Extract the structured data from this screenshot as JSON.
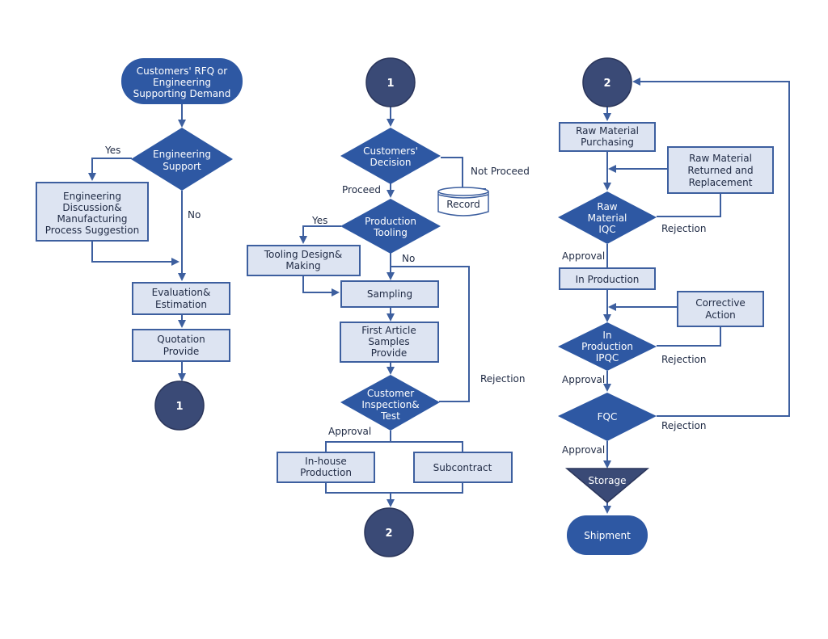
{
  "nodes": {
    "rfq": [
      "Customers' RFQ or",
      "Engineering",
      "Supporting Demand"
    ],
    "eng_support": [
      "Engineering",
      "Support"
    ],
    "eng_discussion": [
      "Engineering",
      "Discussion&",
      "Manufacturing",
      "Process Suggestion"
    ],
    "evaluation": [
      "Evaluation&",
      "Estimation"
    ],
    "quotation": [
      "Quotation",
      "Provide"
    ],
    "conn1_a": "1",
    "conn1_b": "1",
    "customers_decision": [
      "Customers'",
      "Decision"
    ],
    "record": "Record",
    "production_tooling": [
      "Production",
      "Tooling"
    ],
    "tooling_design": [
      "Tooling Design&",
      "Making"
    ],
    "sampling": "Sampling",
    "first_article": [
      "First Article",
      "Samples",
      "Provide"
    ],
    "customer_inspection": [
      "Customer",
      "Inspection&",
      "Test"
    ],
    "inhouse": [
      "In-house",
      "Production"
    ],
    "subcontract": "Subcontract",
    "conn2_a": "2",
    "conn2_b": "2",
    "raw_purchasing": [
      "Raw Material",
      "Purchasing"
    ],
    "raw_returned": [
      "Raw Material",
      "Returned and",
      "Replacement"
    ],
    "raw_iqc": [
      "Raw",
      "Material",
      "IQC"
    ],
    "in_production": "In Production",
    "corrective": [
      "Corrective",
      "Action"
    ],
    "ipqc": [
      "In",
      "Production",
      "IPQC"
    ],
    "fqc": "FQC",
    "storage": "Storage",
    "shipment": "Shipment"
  },
  "edge_labels": {
    "yes_1": "Yes",
    "no_1": "No",
    "not_proceed": "Not Proceed",
    "proceed": "Proceed",
    "yes_2": "Yes",
    "no_2": "No",
    "rejection_1": "Rejection",
    "approval_1": "Approval",
    "rejection_2": "Rejection",
    "approval_2": "Approval",
    "rejection_3": "Rejection",
    "approval_3": "Approval",
    "rejection_4": "Rejection",
    "approval_4": "Approval"
  },
  "colors": {
    "node_fill": "#2e58a3",
    "box_fill": "#dde4f2",
    "connector_fill": "#3a4a76",
    "line": "#3d5f9f"
  }
}
